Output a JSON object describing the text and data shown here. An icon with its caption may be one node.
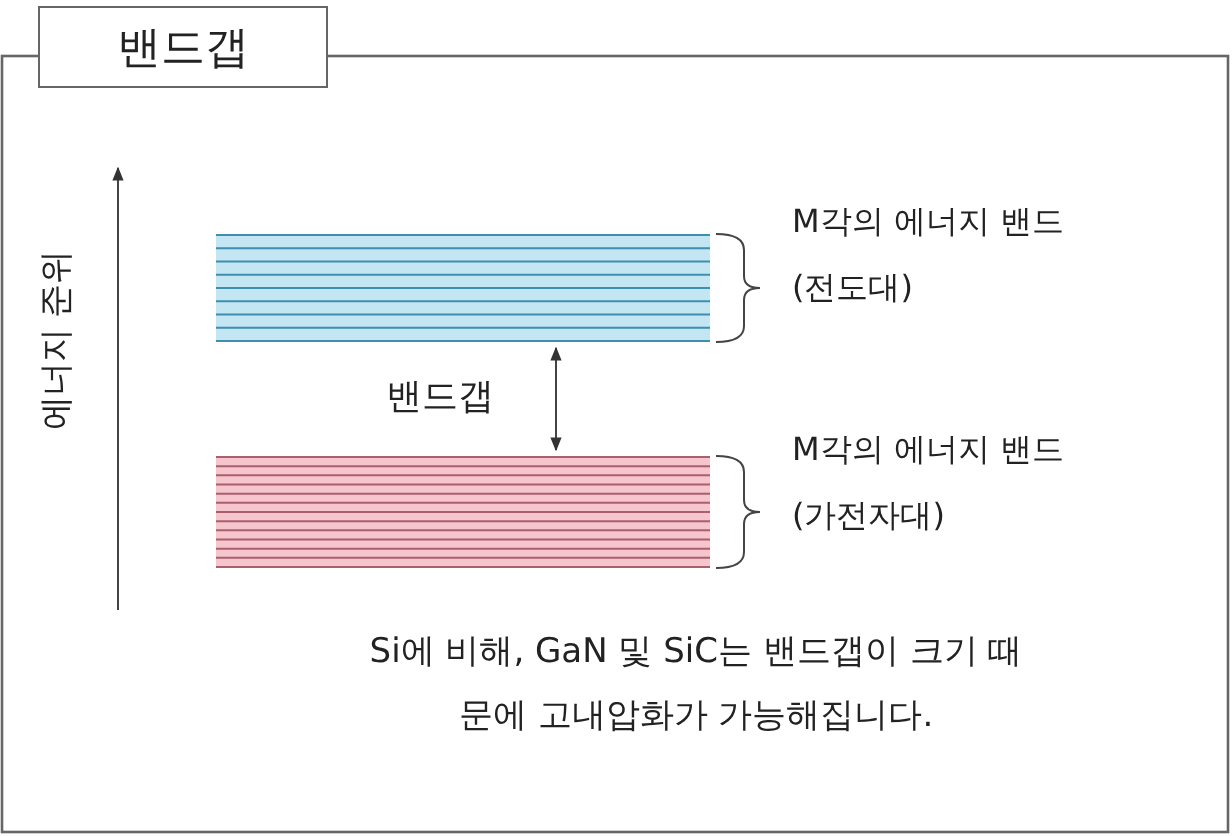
{
  "diagram": {
    "title": "밴드갭",
    "nodes": [
      {
        "text": [],
        "shape": "bar",
        "beside": [
          "M각의 에너지 밴드 (전도대)"
        ]
      },
      {
        "text": [],
        "shape": "bar",
        "beside": [
          "M각의 에너지 밴드 (가전자대)"
        ]
      }
    ],
    "edges": [
      {
        "from": 0,
        "to": 1,
        "arrow": "both",
        "label": "밴드갭"
      }
    ],
    "labels": [
      "에너지 준위",
      "Si에 비해, GaN 및 SiC는 밴드갭이 크기 때문에 고내압화가 가능해집니다."
    ]
  }
}
